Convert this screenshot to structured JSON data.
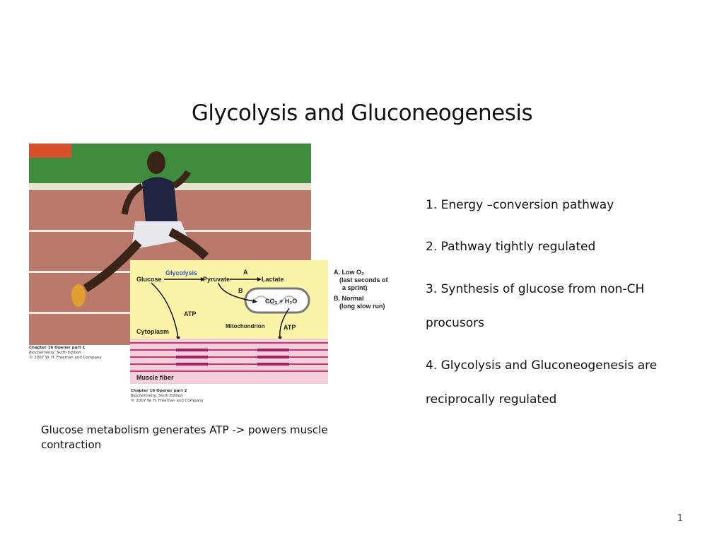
{
  "title": "Glycolysis and Gluconeogenesis",
  "photo": {
    "credit_line1": "Chapter 16 Opener part 1",
    "credit_line2": "Biochemistry, Sixth Edition",
    "credit_line3": "© 2007 W. H. Freeman and Company"
  },
  "diagram": {
    "glucose": "Glucose",
    "glycolysis": "Glycolysis",
    "pyruvate": "Pyruvate",
    "lactate": "Lactate",
    "a": "A",
    "b": "B",
    "co2_h2o": "CO₂ + H₂O",
    "atp_left": "ATP",
    "atp_right": "ATP",
    "mitochondrion": "Mitochondrion",
    "cytoplasm": "Cytoplasm",
    "muscle_fiber": "Muscle fiber",
    "label_a_1": "A. Low O₂",
    "label_a_2": "(last seconds of",
    "label_a_3": "a sprint)",
    "label_b_1": "B. Normal",
    "label_b_2": "(long slow run)",
    "credit_line1": "Chapter 16 Opener part 2",
    "credit_line2": "Biochemistry, Sixth Edition",
    "credit_line3": "© 2007 W. H. Freeman and Company"
  },
  "caption": "Glucose metabolism generates ATP -> powers muscle contraction",
  "bullets": [
    "1.  Energy –conversion  pathway",
    "2.  Pathway tightly regulated",
    "3.  Synthesis of glucose from non-CH",
    "procusors",
    "4. Glycolysis and Gluconeogenesis are",
    "reciprocally regulated"
  ],
  "page_number": "1"
}
